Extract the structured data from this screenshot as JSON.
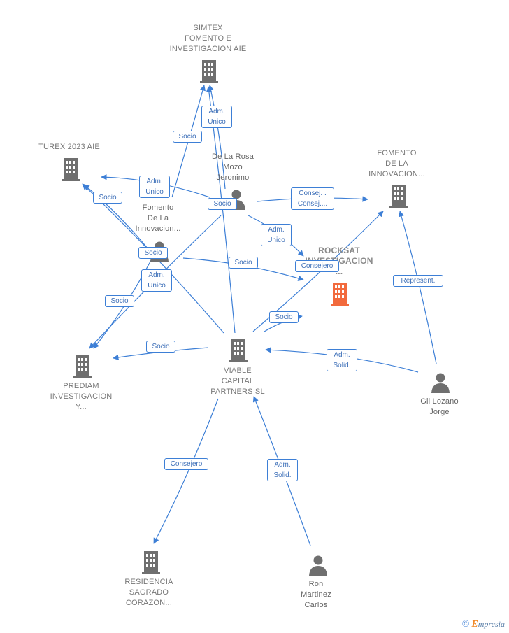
{
  "nodes": {
    "simtex": {
      "lines": [
        "SIMTEX",
        "FOMENTO E",
        "INVESTIGACION AIE"
      ],
      "type": "company"
    },
    "turex": {
      "lines": [
        "TUREX 2023 AIE"
      ],
      "type": "company"
    },
    "delarosa": {
      "lines": [
        "De La Rosa",
        "Mozo",
        "Jeronimo"
      ],
      "type": "person"
    },
    "fomento_innovacion_right": {
      "lines": [
        "FOMENTO",
        "DE LA",
        "INNOVACION..."
      ],
      "type": "company"
    },
    "fomento_innovacion_person": {
      "lines": [
        "Fomento",
        "De La",
        "Innovacion..."
      ],
      "type": "person"
    },
    "rocksat": {
      "lines": [
        "ROCKSAT",
        "INVESTIGACION",
        "..."
      ],
      "type": "company-focus"
    },
    "viable": {
      "lines": [
        "VIABLE",
        "CAPITAL",
        "PARTNERS  SL"
      ],
      "type": "company"
    },
    "prediam": {
      "lines": [
        "PREDIAM",
        "INVESTIGACION",
        "Y..."
      ],
      "type": "company"
    },
    "gil_lozano": {
      "lines": [
        "Gil Lozano",
        "Jorge"
      ],
      "type": "person"
    },
    "residencia": {
      "lines": [
        "RESIDENCIA",
        "SAGRADO",
        "CORAZON..."
      ],
      "type": "company"
    },
    "ron_martinez": {
      "lines": [
        "Ron",
        "Martinez",
        "Carlos"
      ],
      "type": "person"
    }
  },
  "edge_labels": {
    "socio_simtex": [
      "Socio"
    ],
    "adm_unico_simtex": [
      "Adm.",
      "Unico"
    ],
    "adm_unico_turex": [
      "Adm.",
      "Unico"
    ],
    "socio_turex": [
      "Socio"
    ],
    "socio_delarosa": [
      "Socio"
    ],
    "consej_fomento": [
      "Consej. .",
      "Consej...."
    ],
    "adm_unico_rocksat": [
      "Adm.",
      "Unico"
    ],
    "consejero_rocksat": [
      "Consejero"
    ],
    "socio_fomento_person": [
      "Socio"
    ],
    "socio_rocksat_mid": [
      "Socio"
    ],
    "adm_unico_prediam": [
      "Adm.",
      "Unico"
    ],
    "socio_prediam_upper": [
      "Socio"
    ],
    "socio_viable_rocksat": [
      "Socio"
    ],
    "represent": [
      "Represent."
    ],
    "socio_prediam": [
      "Socio"
    ],
    "adm_solid_gil": [
      "Adm.",
      "Solid."
    ],
    "consejero_residencia": [
      "Consejero"
    ],
    "adm_solid_ron": [
      "Adm.",
      "Solid."
    ]
  },
  "colors": {
    "edge": "#3d7fd6",
    "icon": "#6f6f6f",
    "focus": "#f26a3d"
  },
  "brand": {
    "copyright": "©",
    "initial": "E",
    "rest": "mpresia"
  }
}
